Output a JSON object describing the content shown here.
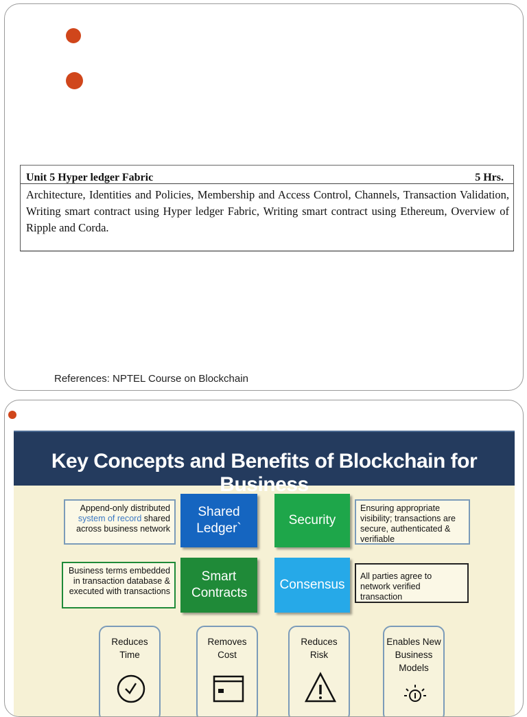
{
  "slide1": {
    "syllabus": {
      "unit": "Unit 5  Hyper ledger Fabric",
      "hours": "5 Hrs.",
      "content": "Architecture, Identities and Policies, Membership and Access Control, Channels, Transaction Validation, Writing smart contract using Hyper ledger Fabric, Writing smart contract using Ethereum, Overview of Ripple and Corda."
    },
    "references": "References: NPTEL Course on Blockchain"
  },
  "slide2": {
    "title": "Key Concepts and Benefits of Blockchain for Business",
    "concepts": [
      {
        "label": "Shared Ledger`",
        "color": "#1565c0",
        "description": [
          "Append-only distributed",
          "system of record",
          "shared",
          "across business network"
        ]
      },
      {
        "label": "Security",
        "color": "#1ea64a",
        "description": "Ensuring appropriate visibility; transactions are secure, authenticated & verifiable"
      },
      {
        "label": "Smart Contracts",
        "color": "#1f8a38",
        "description": "Business terms embedded in transaction database & executed with transactions"
      },
      {
        "label": "Consensus",
        "color": "#26a9e8",
        "description": "All parties agree to network verified transaction"
      }
    ],
    "benefits": [
      {
        "label": "Reduces\nTime",
        "icon": "clock-check-icon"
      },
      {
        "label": "Removes\nCost",
        "icon": "cost-window-icon"
      },
      {
        "label": "Reduces\nRisk",
        "icon": "warning-triangle-icon"
      },
      {
        "label": "Enables New\nBusiness\nModels",
        "icon": "lightbulb-icon"
      }
    ],
    "colors": {
      "bullet": "#d0461b",
      "title_bar": "#243b5e",
      "background": "#f6f1d5",
      "link_text": "#3b78c3"
    }
  }
}
